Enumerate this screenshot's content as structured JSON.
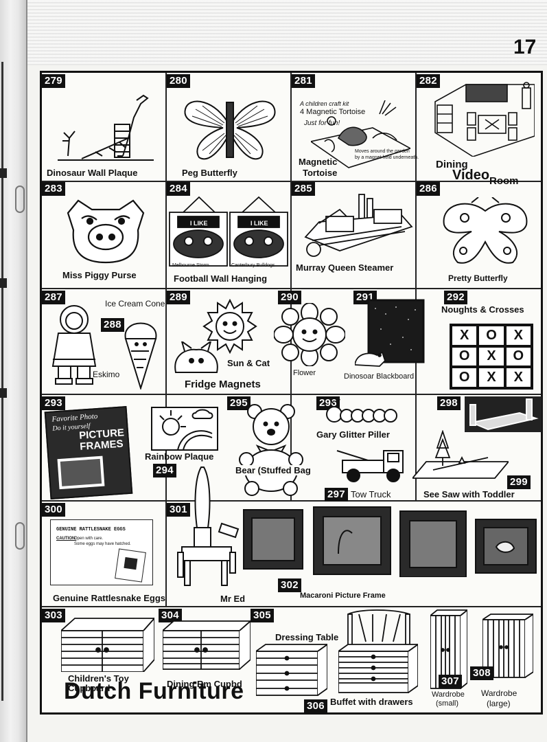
{
  "page": {
    "number": "17"
  },
  "items": {
    "i279": {
      "num": "279",
      "caption": "Dinosaur  Wall Plaque"
    },
    "i280": {
      "num": "280",
      "caption": "Peg Butterfly"
    },
    "i281": {
      "num": "281",
      "caption_line1": "Magnetic",
      "caption_line2": "Tortoise",
      "note_1": "A children craft kit",
      "note_2": "4 Magnetic Tortoise",
      "note_3": "Just for fun!",
      "note_4": "Moves around the garden",
      "note_5": "by a magnet held underneath."
    },
    "i282": {
      "num": "282",
      "caption_line1": "Dining",
      "caption_line2": "Video",
      "caption_line3": "Room"
    },
    "i283": {
      "num": "283",
      "caption": "Miss Piggy Purse"
    },
    "i284": {
      "num": "284",
      "caption": "Football Wall Hanging",
      "banner_1": "I LIKE",
      "banner_2": "I LIKE",
      "team_1": "Melbourne Storm",
      "team_2": "Canterbury Bulldogs"
    },
    "i285": {
      "num": "285",
      "caption": "Murray Queen Steamer"
    },
    "i286": {
      "num": "286",
      "caption": "Pretty Butterfly"
    },
    "i287": {
      "num": "287",
      "caption": "Eskimo"
    },
    "i288": {
      "num": "288",
      "caption": "Ice Cream Cone"
    },
    "i289": {
      "num": "289",
      "caption_1": "Sun & Cat",
      "caption_2": "Fridge Magnets"
    },
    "i290": {
      "num": "290",
      "caption": "Flower"
    },
    "i291": {
      "num": "291",
      "caption": "Dinosoar Blackboard"
    },
    "i292": {
      "num": "292",
      "caption": "Noughts & Crosses",
      "board": [
        "X",
        "O",
        "X",
        "O",
        "X",
        "O",
        "O",
        "X",
        "X"
      ]
    },
    "i293": {
      "num": "293",
      "frame_1": "Favorite Photo",
      "frame_2": "Do it yourself",
      "frame_3": "PICTURE",
      "frame_4": "FRAMES"
    },
    "i294": {
      "num": "294",
      "caption": "Rainbow Plaque"
    },
    "i295": {
      "num": "295",
      "caption": "Bear (Stuffed Bag"
    },
    "i296": {
      "num": "296",
      "caption": "Gary Glitter Piller"
    },
    "i297": {
      "num": "297",
      "caption": "Tow Truck"
    },
    "i298": {
      "num": "298"
    },
    "i299": {
      "num": "299",
      "caption": "See Saw with Toddler"
    },
    "i300": {
      "num": "300",
      "caption": "Genuine Rattlesnake Eggs",
      "env_1": "GENUINE RATTLESNAKE EGGS",
      "env_2": "CAUTION:",
      "env_3": "Open with care.",
      "env_4": "Some eggs may have hatched."
    },
    "i301": {
      "num": "301",
      "caption": "Mr Ed"
    },
    "i302": {
      "num": "302",
      "caption": "Macaroni Picture Frame"
    },
    "i303": {
      "num": "303",
      "caption_line1": "Children's Toy",
      "caption_line2": "Cupboard"
    },
    "i304": {
      "num": "304",
      "caption": "Dining Rm Cupbd"
    },
    "i305": {
      "num": "305",
      "caption": "Dressing Table"
    },
    "i306": {
      "num": "306",
      "caption": "Buffet with drawers"
    },
    "i307": {
      "num": "307",
      "caption_line1": "Wardrobe",
      "caption_line2": "(small)"
    },
    "i308": {
      "num": "308",
      "caption_line1": "Wardrobe",
      "caption_line2": "(large)"
    }
  },
  "section_title": "Dutch Furniture"
}
